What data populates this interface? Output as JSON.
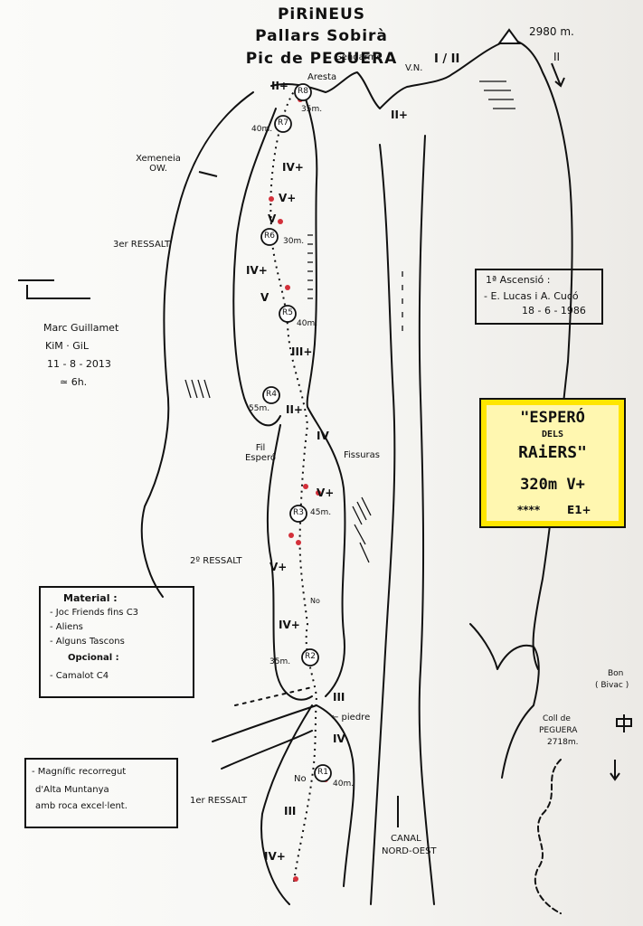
{
  "title": {
    "line1": "PiRiNEUS",
    "line2": "Pallars Sobirà",
    "line3": "Pic de PEGUERA"
  },
  "summit_altitude": "2980 m.",
  "ridge_labels": {
    "gendarme": "Gendarme",
    "aresta": "Aresta",
    "vn": "V.N.",
    "grade_top": "I / II",
    "grade_right": "II",
    "grade_ridge": "II+",
    "grade_top_left": "II+"
  },
  "first_ascent": {
    "heading": "1ª Ascensió :",
    "names": "- E. Lucas i A. Cucó",
    "date": "18 - 6 - 1986"
  },
  "route_box": {
    "quote_open": "\"ESPERÓ",
    "dels": "DELS",
    "name": "RAiERS\"",
    "length_grade": "320m V+",
    "stars": "****",
    "commitment": "E1+"
  },
  "climbers": {
    "name1": "Marc Guillamet",
    "name2": "KiM · GiL",
    "date": "11 - 8 - 2013",
    "time": "≃ 6h."
  },
  "xemeneia": "Xemeneia OW.",
  "ressalts": {
    "third": "3er RESSALT",
    "second": "2º RESSALT",
    "first": "1er RESSALT"
  },
  "pitch_labels": {
    "r8": "R8",
    "r7": "R7",
    "r6": "R6",
    "r5": "R5",
    "r4": "R4",
    "r3": "R3",
    "r2": "R2",
    "r1": "R1",
    "m35_top": "35m.",
    "m40_top": "40m.",
    "m30": "30m.",
    "m40_r5": "40m.",
    "m55": "55m.",
    "m45": "45m.",
    "m35_r2": "35m.",
    "m40_r1": "40m."
  },
  "grades": {
    "iv_plus_top": "IV+",
    "v_plus_top": "V+",
    "v_top": "V",
    "iv_plus_mid": "IV+",
    "v_mid": "V",
    "iii_plus": "III+",
    "ii_plus_mid": "II+",
    "iv_r3": "IV",
    "v_plus_r3": "V+",
    "v_plus_r2": "V+",
    "iv_plus_r2": "IV+",
    "iii_r1": "III",
    "iv_r1": "IV",
    "iii_low": "III",
    "iv_plus_low": "IV+"
  },
  "annotations": {
    "fil_espero": "Fil Esperó",
    "fissuras": "Fissuras",
    "no_top": "No",
    "no_low": "No",
    "piedre": "← piedre"
  },
  "material": {
    "heading": "Material :",
    "items": [
      "- Joc Friends fins C3",
      "- Aliens",
      "- Alguns Tascons"
    ],
    "optional_heading": "Opcional :",
    "optional_items": [
      "- Camalot C4"
    ]
  },
  "note": {
    "line1": "- Magnífic recorregut",
    "line2": "d'Alta Muntanya",
    "line3": "amb roca excel·lent."
  },
  "bivouac": {
    "line1": "Bon",
    "line2": "( Bivac )"
  },
  "coll": {
    "line1": "Coll de",
    "line2": "PEGUERA",
    "line3": "2718m."
  },
  "canal": {
    "line1": "CANAL",
    "line2": "NORD-OEST"
  },
  "colors": {
    "ink": "#111111",
    "paper": "#f7f7f4",
    "route_box_fill": "#ffe600",
    "title_underline": "#e03a2a",
    "bolts": "#d3303a"
  }
}
